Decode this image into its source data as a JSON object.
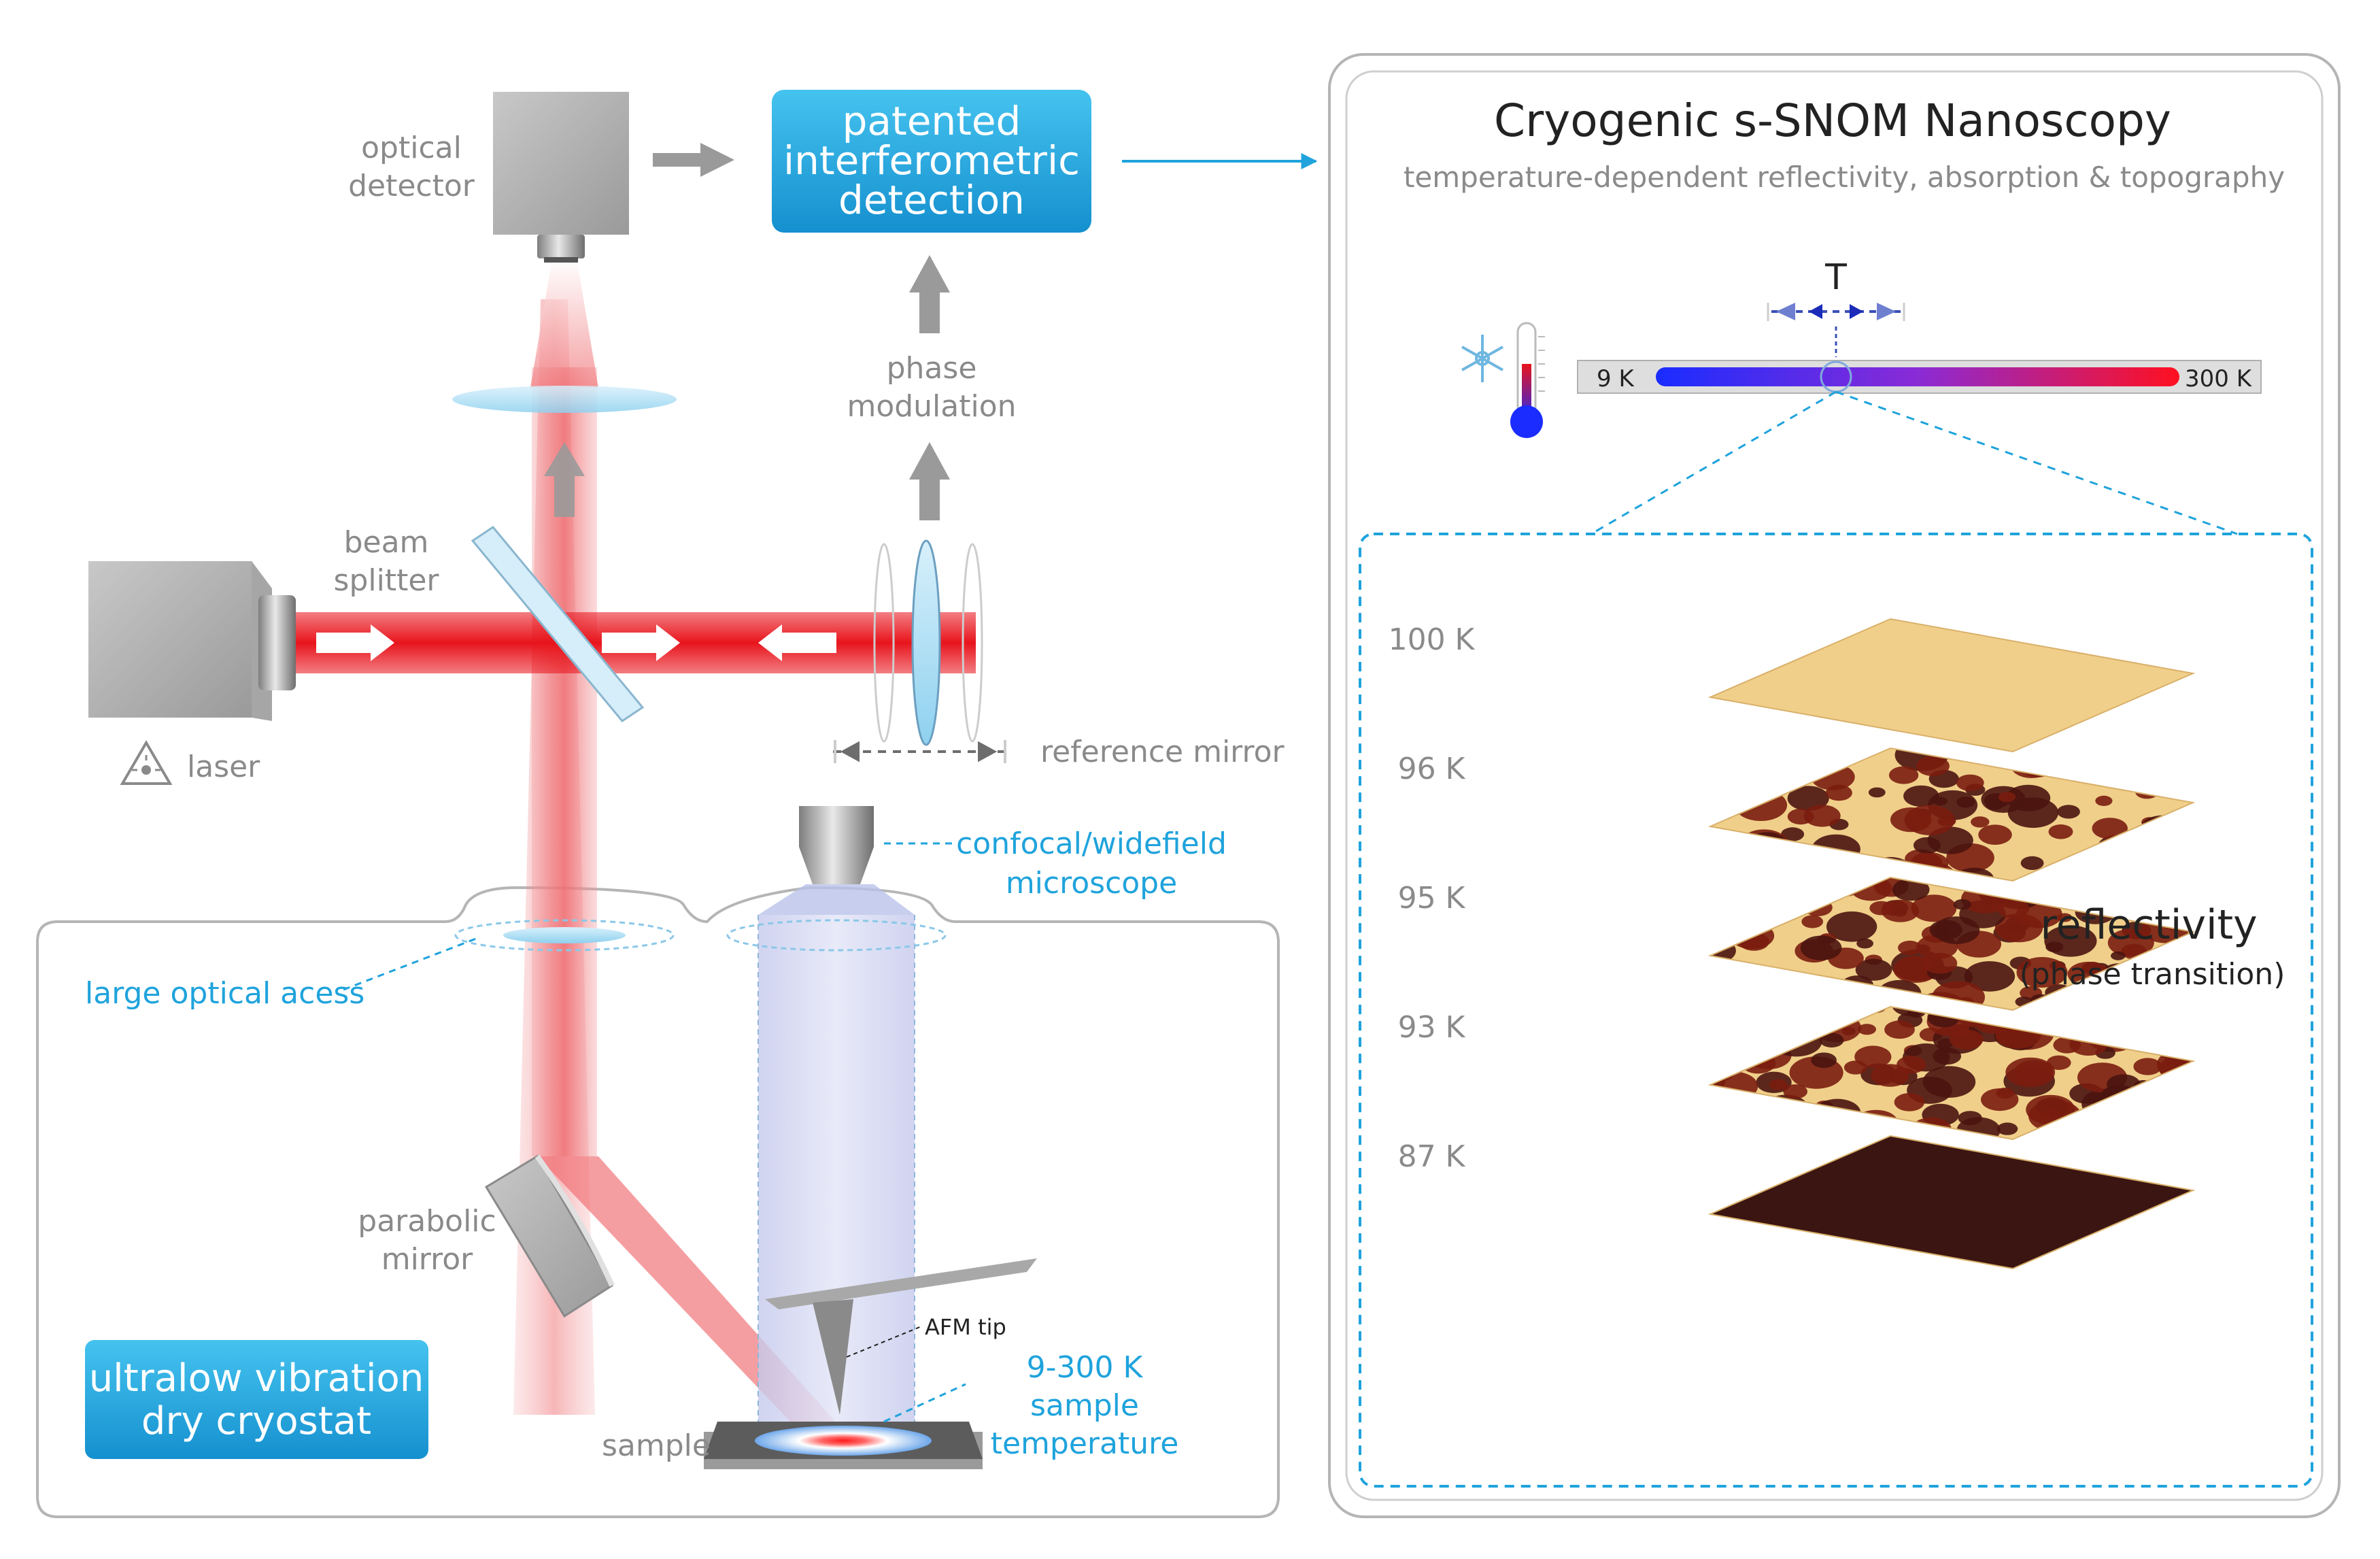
{
  "colors": {
    "blue_accent": "#1fa3dc",
    "box_gradient_top": "#3fc0ee",
    "box_gradient_bottom": "#1595d2",
    "laser_red": "#e8141c",
    "grey_text": "#8a8a8a",
    "dark_text": "#222222",
    "panel_border": "#b5b5b5"
  },
  "labels": {
    "optical_detector": [
      "optical",
      "detector"
    ],
    "patented_box": [
      "patented",
      "interferometric",
      "detection"
    ],
    "phase_modulation": [
      "phase",
      "modulation"
    ],
    "beam_splitter": [
      "beam",
      "splitter"
    ],
    "laser": "laser",
    "reference_mirror": "reference mirror",
    "confocal_microscope": [
      "confocal/widefield",
      "microscope"
    ],
    "large_optical_access": "large optical acess",
    "parabolic_mirror": [
      "parabolic",
      "mirror"
    ],
    "cryostat_box": [
      "ultralow vibration",
      "dry cryostat"
    ],
    "afm_tip": "AFM tip",
    "sample_temperature": [
      "9-300 K",
      "sample",
      "temperature"
    ],
    "sample": "sample"
  },
  "right_panel": {
    "title": "Cryogenic s-SNOM Nanoscopy",
    "subtitle": "temperature-dependent reflectivity, absorption & topography",
    "temperature_symbol": "T",
    "scale_min": "9 K",
    "scale_max": "300 K",
    "reflectivity_label": "reflectivity",
    "phase_transition_label": "(phase transition)",
    "layers": [
      {
        "label": "100 K",
        "fraction_dark": 0.0
      },
      {
        "label": "96 K",
        "fraction_dark": 0.3
      },
      {
        "label": "95 K",
        "fraction_dark": 0.55
      },
      {
        "label": "93 K",
        "fraction_dark": 0.8
      },
      {
        "label": "87 K",
        "fraction_dark": 1.0
      }
    ]
  },
  "icons": {
    "laser_warning": "laser-warning-icon",
    "snowflake": "snowflake-icon",
    "thermometer": "thermometer-icon"
  }
}
